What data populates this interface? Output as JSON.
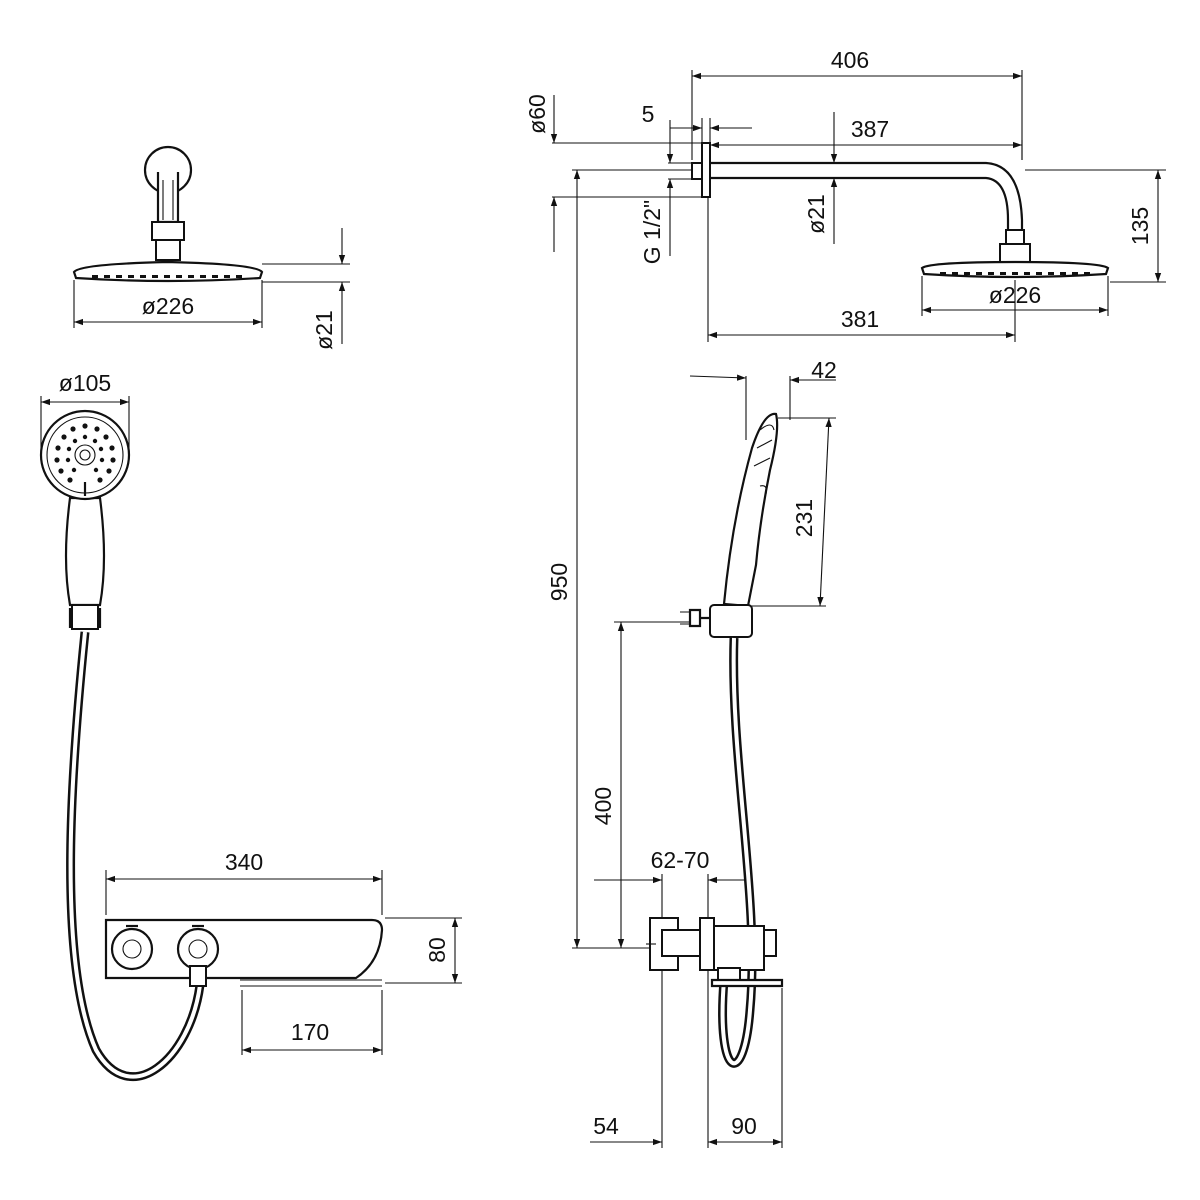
{
  "dimensions": {
    "head_dia_left": "ø226",
    "head_thick_left": "ø21",
    "hand_dia": "ø105",
    "panel_width": "340",
    "panel_height": "80",
    "panel_offset": "170",
    "arm_length_total": "406",
    "flange_dia": "ø60",
    "flange_gap": "5",
    "arm_length": "387",
    "arm_dia": "ø21",
    "thread": "G 1/2\"",
    "drop_height": "135",
    "head_dia_right": "ø226",
    "head_offset": "381",
    "handset_depth": "42",
    "handset_length": "231",
    "total_height": "950",
    "holder_height": "400",
    "install_depth": "62-70",
    "recess_depth": "54",
    "projection": "90"
  }
}
